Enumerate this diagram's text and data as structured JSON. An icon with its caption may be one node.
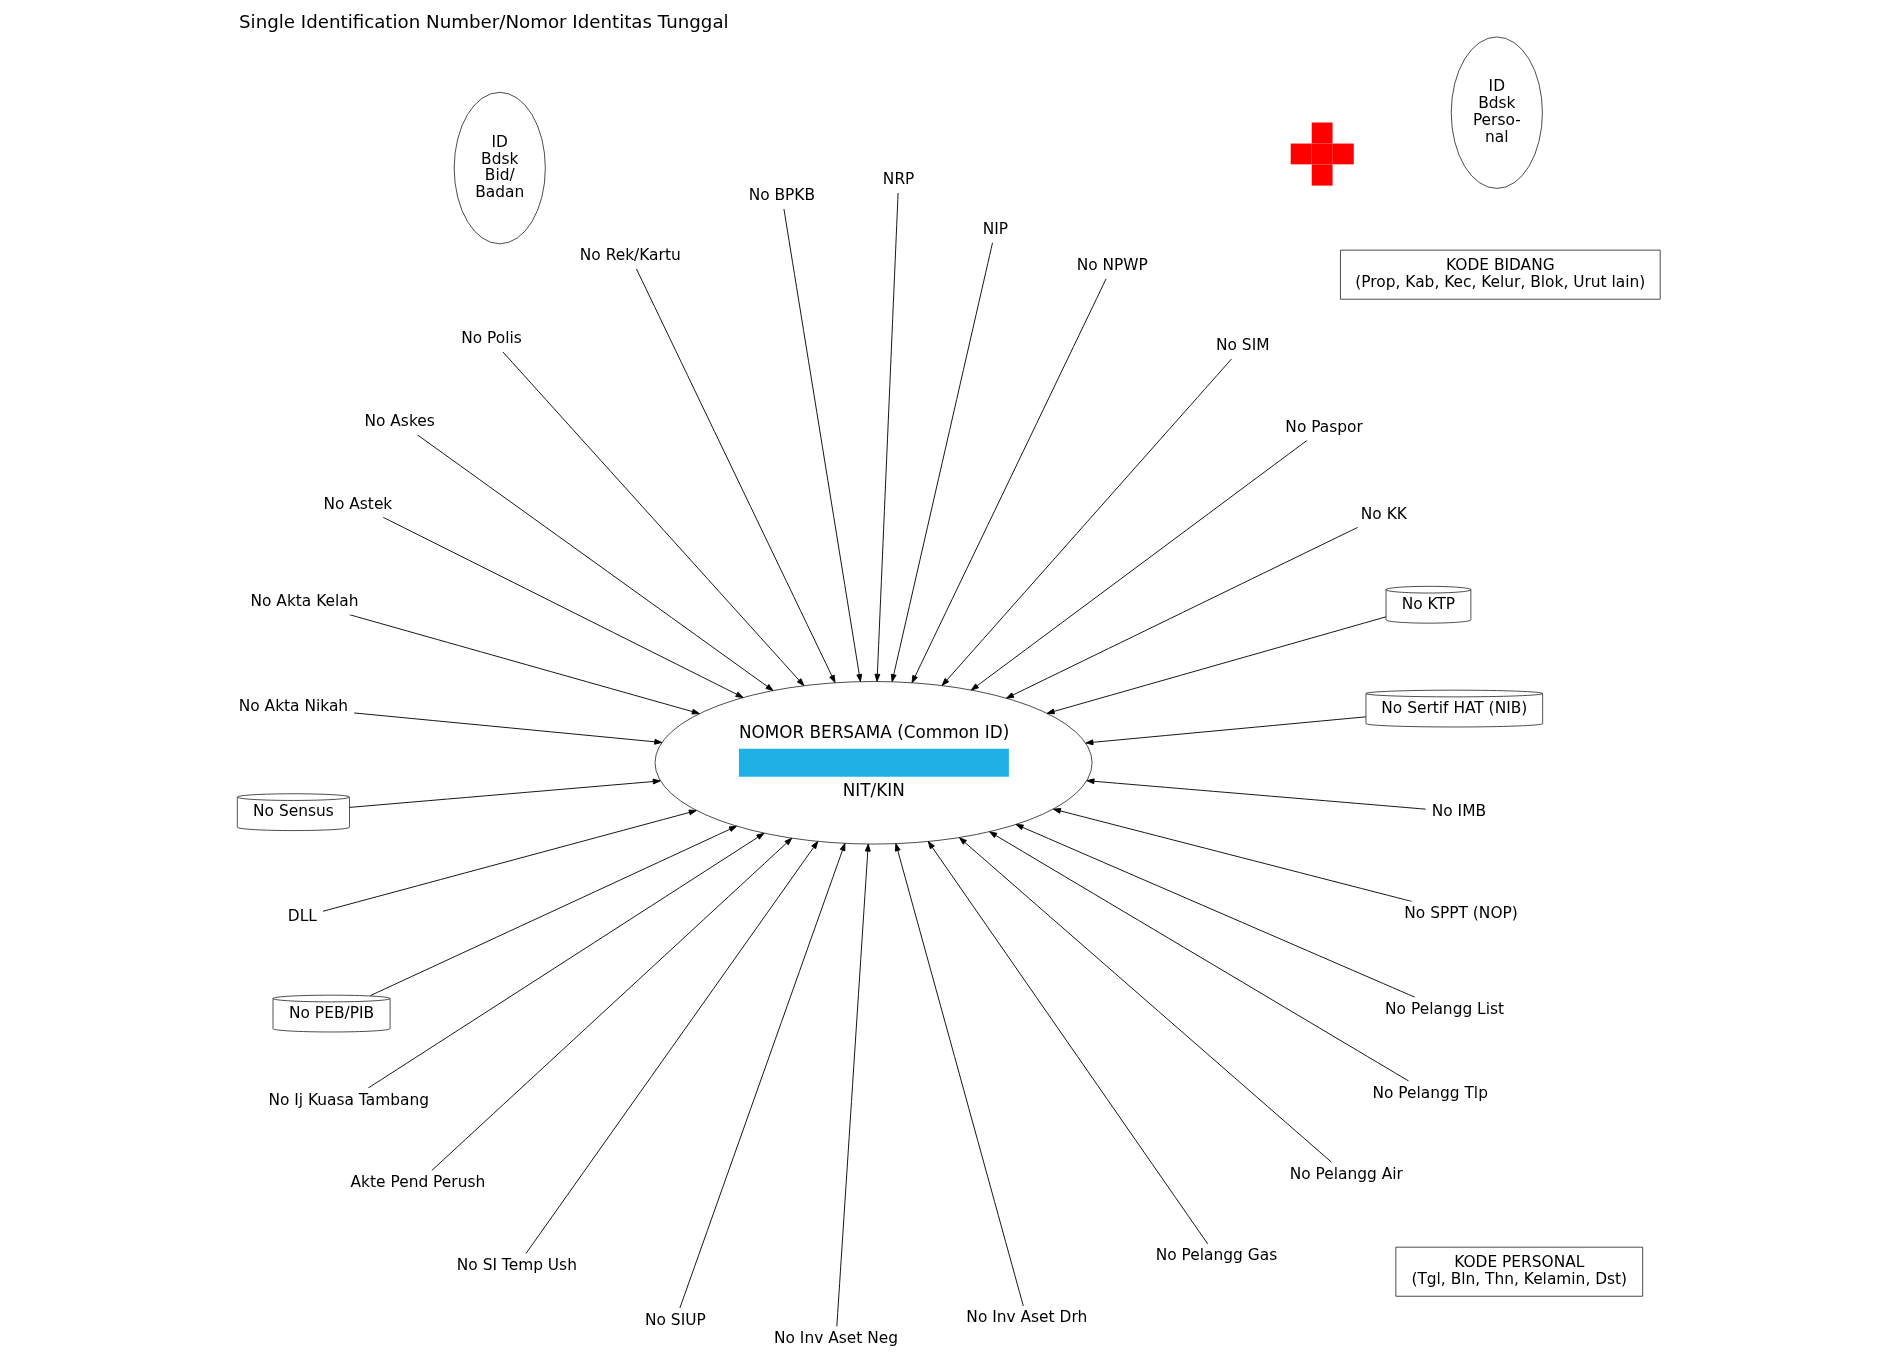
{
  "diagram": {
    "title": "Single Identification Number/Nomor Identitas Tunggal",
    "nodes": [
      {
        "text": [
          "NOMOR BERSAMA (Common ID)",
          "NIT/KIN"
        ]
      },
      {
        "text": [
          "No Sertif HAT (NIB)"
        ]
      },
      {
        "text": [
          "No KTP"
        ]
      },
      {
        "text": [
          "No KK"
        ]
      },
      {
        "text": [
          "No Paspor"
        ]
      },
      {
        "text": [
          "No SIM"
        ]
      },
      {
        "text": [
          "No NPWP"
        ]
      },
      {
        "text": [
          "NIP"
        ]
      },
      {
        "text": [
          "NRP"
        ]
      },
      {
        "text": [
          "No BPKB"
        ]
      },
      {
        "text": [
          "No Rek/Kartu"
        ]
      },
      {
        "text": [
          "No Polis"
        ]
      },
      {
        "text": [
          "No Askes"
        ]
      },
      {
        "text": [
          "No Astek"
        ]
      },
      {
        "text": [
          "No Akta Kelah"
        ]
      },
      {
        "text": [
          "No Akta Nikah"
        ]
      },
      {
        "text": [
          "No Sensus"
        ]
      },
      {
        "text": [
          "DLL"
        ]
      },
      {
        "text": [
          "No PEB/PIB"
        ]
      },
      {
        "text": [
          "No Ij Kuasa Tambang"
        ]
      },
      {
        "text": [
          "Akte Pend Perush"
        ]
      },
      {
        "text": [
          "No SI Temp Ush"
        ]
      },
      {
        "text": [
          "No SIUP"
        ]
      },
      {
        "text": [
          "No Inv Aset Neg"
        ]
      },
      {
        "text": [
          "No Inv Aset Drh"
        ]
      },
      {
        "text": [
          "No Pelangg Gas"
        ]
      },
      {
        "text": [
          "No Pelangg Air"
        ]
      },
      {
        "text": [
          "No Pelangg Tlp"
        ]
      },
      {
        "text": [
          "No Pelangg List"
        ]
      },
      {
        "text": [
          "No SPPT (NOP)"
        ]
      },
      {
        "text": [
          "No IMB"
        ]
      },
      {
        "text": [
          "ID Bdsk Bid/ Badan"
        ]
      },
      {
        "text": [
          "ID Bdsk Perso- nal"
        ]
      },
      {
        "text": [
          "KODE BIDANG",
          "(Prop, Kab, Kec, Kelur, Blok, Urut lain)"
        ]
      },
      {
        "text": [],
        "shape": "cross"
      },
      {
        "text": [
          "KODE PERSONAL",
          "(Tgl, Bln, Thn, Kelamin, Dst)"
        ]
      }
    ],
    "edges": [
      {
        "from": 1,
        "to": 0,
        "arrow": "to"
      },
      {
        "from": 2,
        "to": 0,
        "arrow": "to"
      },
      {
        "from": 3,
        "to": 0,
        "arrow": "to"
      },
      {
        "from": 4,
        "to": 0,
        "arrow": "to"
      },
      {
        "from": 5,
        "to": 0,
        "arrow": "to"
      },
      {
        "from": 6,
        "to": 0,
        "arrow": "to"
      },
      {
        "from": 7,
        "to": 0,
        "arrow": "to"
      },
      {
        "from": 8,
        "to": 0,
        "arrow": "to"
      },
      {
        "from": 9,
        "to": 0,
        "arrow": "to"
      },
      {
        "from": 10,
        "to": 0,
        "arrow": "to"
      },
      {
        "from": 11,
        "to": 0,
        "arrow": "to"
      },
      {
        "from": 12,
        "to": 0,
        "arrow": "to"
      },
      {
        "from": 13,
        "to": 0,
        "arrow": "to"
      },
      {
        "from": 14,
        "to": 0,
        "arrow": "to"
      },
      {
        "from": 15,
        "to": 0,
        "arrow": "to"
      },
      {
        "from": 16,
        "to": 0,
        "arrow": "to"
      },
      {
        "from": 17,
        "to": 0,
        "arrow": "to"
      },
      {
        "from": 18,
        "to": 0,
        "arrow": "to"
      },
      {
        "from": 19,
        "to": 0,
        "arrow": "to"
      },
      {
        "from": 20,
        "to": 0,
        "arrow": "to"
      },
      {
        "from": 21,
        "to": 0,
        "arrow": "to"
      },
      {
        "from": 22,
        "to": 0,
        "arrow": "to"
      },
      {
        "from": 23,
        "to": 0,
        "arrow": "to"
      },
      {
        "from": 24,
        "to": 0,
        "arrow": "to"
      },
      {
        "from": 25,
        "to": 0,
        "arrow": "to"
      },
      {
        "from": 26,
        "to": 0,
        "arrow": "to"
      },
      {
        "from": 27,
        "to": 0,
        "arrow": "to"
      },
      {
        "from": 28,
        "to": 0,
        "arrow": "to"
      },
      {
        "from": 29,
        "to": 0,
        "arrow": "to"
      },
      {
        "from": 30,
        "to": 0,
        "arrow": "to"
      }
    ]
  }
}
